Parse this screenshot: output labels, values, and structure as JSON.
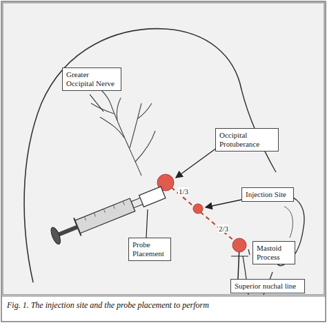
{
  "diagram": {
    "caption": "Fig. 1. The injection site and the probe placement to perform",
    "nodes": [
      {
        "text": [
          "Greater Occipital Nerve"
        ]
      },
      {
        "text": [
          "Occipital Protuberance"
        ]
      },
      {
        "text": [
          "Injection Site"
        ]
      },
      {
        "text": [
          "Mastoid Process"
        ]
      },
      {
        "text": [
          "Probe Placement"
        ]
      },
      {
        "text": [
          "Superior nuchal line"
        ]
      }
    ],
    "labels": [
      "1/3",
      "2/3"
    ]
  }
}
